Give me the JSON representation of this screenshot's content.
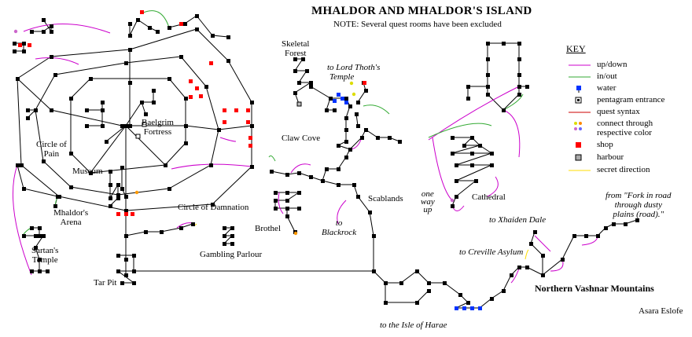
{
  "title": "MHALDOR AND MHALDOR'S ISLAND",
  "note": "NOTE: Several quest rooms have been excluded",
  "key": {
    "heading": "KEY",
    "items": [
      {
        "label": "up/down",
        "symbol": "line",
        "color": "#cc00cc"
      },
      {
        "label": "in/out",
        "symbol": "line",
        "color": "#33aa33"
      },
      {
        "label": "water",
        "symbol": "square",
        "color": "#0033ff"
      },
      {
        "label": "pentagram entrance",
        "symbol": "hollow-square",
        "color": "#000000"
      },
      {
        "label": "quest syntax",
        "symbol": "line",
        "color": "#cc0000"
      },
      {
        "label": "connect through",
        "symbol": "dots",
        "color": "#cccc00"
      },
      {
        "label": "respective color",
        "symbol": "none",
        "color": "#cc66cc"
      },
      {
        "label": "shop",
        "symbol": "square",
        "color": "#ff0000"
      },
      {
        "label": "harbour",
        "symbol": "hollow-square",
        "color": "#000000"
      },
      {
        "label": "secret direction",
        "symbol": "line",
        "color": "#ffdd00"
      }
    ]
  },
  "places": {
    "skeletal_forest": [
      "Skeletal",
      "Forest"
    ],
    "lord_thoth": [
      "to Lord Thoth's",
      "Temple"
    ],
    "baelgrim": [
      "Baelgrim",
      "Fortress"
    ],
    "circle_of_pain": [
      "Circle of",
      "Pain"
    ],
    "claw_cove": "Claw Cove",
    "museum": "Museum",
    "mhaldors_arena": [
      "Mhaldor's",
      "Arena"
    ],
    "circle_of_damnation": "Circle of Damnation",
    "scablands": "Scablands",
    "one_way_up": [
      "one",
      "way",
      "up"
    ],
    "cathedral": "Cathedral",
    "brothel": "Brothel",
    "blackrock": [
      "to",
      "Blackrock"
    ],
    "sartans_temple": [
      "Sartan's",
      "Temple"
    ],
    "gambling_parlour": "Gambling Parlour",
    "xhaiden_dale": "to Xhaiden Dale",
    "fork_in_road": [
      "from \"Fork in road",
      "through dusty",
      "plains (road).\""
    ],
    "creville_asylum": "to Creville Asylum",
    "tar_pit": "Tar Pit",
    "northern_vashnar": "Northern Vashnar Mountains",
    "asara_eslofe": "Asara Eslofe",
    "isle_of_harae": "to the Isle of Harae"
  },
  "colors": {
    "room": "#000000",
    "updown": "#cc00cc",
    "inout": "#33aa33",
    "water": "#0033ff",
    "shop": "#ff0000",
    "secret": "#ffdd00"
  }
}
